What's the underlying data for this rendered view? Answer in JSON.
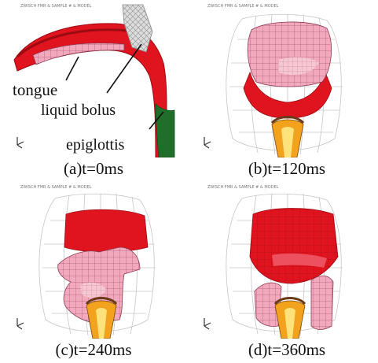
{
  "figure": {
    "header_text": "ZWISCH FMR & SAMPLE # & MODEL",
    "panels": [
      {
        "caption": "(a)t=0ms",
        "labels": {
          "tongue": "tongue",
          "bolus": "liquid bolus",
          "epiglottis": "epiglottis"
        }
      },
      {
        "caption": "(b)t=120ms"
      },
      {
        "caption": "(c)t=240ms"
      },
      {
        "caption": "(d)t=360ms"
      }
    ]
  },
  "colors": {
    "tissue_red": "#e0141e",
    "tissue_dark": "#9c0a12",
    "bolus_pink": "#f3a9bd",
    "tongue_pink": "#f5a8bf",
    "mesh_gray": "#c9c9c9",
    "epiglottis_green": "#1f6e2a",
    "cartilage_orange": "#f2a21c",
    "cartilage_yellow": "#ffe27a"
  }
}
